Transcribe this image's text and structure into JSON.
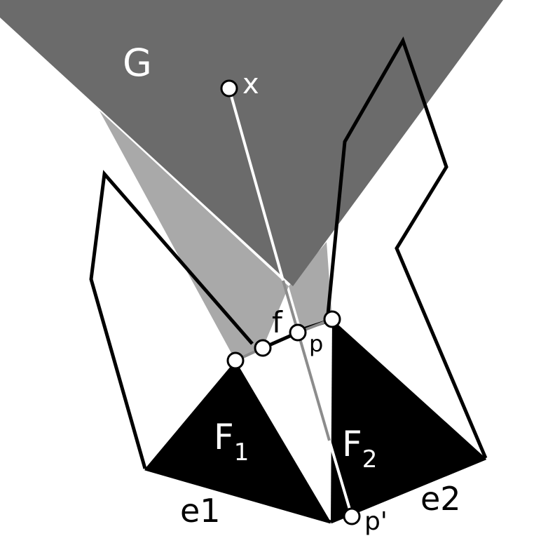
{
  "diagram": {
    "labels": {
      "G": "G",
      "x": "x",
      "f": "f",
      "p": "p",
      "p_prime": "p'",
      "F1_main": "F",
      "F1_sub": "1",
      "F2_main": "F",
      "F2_sub": "2",
      "e1": "e1",
      "e2": "e2"
    },
    "colors": {
      "region_G": "#6b6b6b",
      "projection": "#a9a9a9",
      "faces": "#000000",
      "outline": "#000000",
      "sight_line": "#ffffff",
      "sight_line_hidden": "#8c8c8c",
      "label_on_dark": "#ffffff",
      "label_on_light": "#000000"
    }
  }
}
